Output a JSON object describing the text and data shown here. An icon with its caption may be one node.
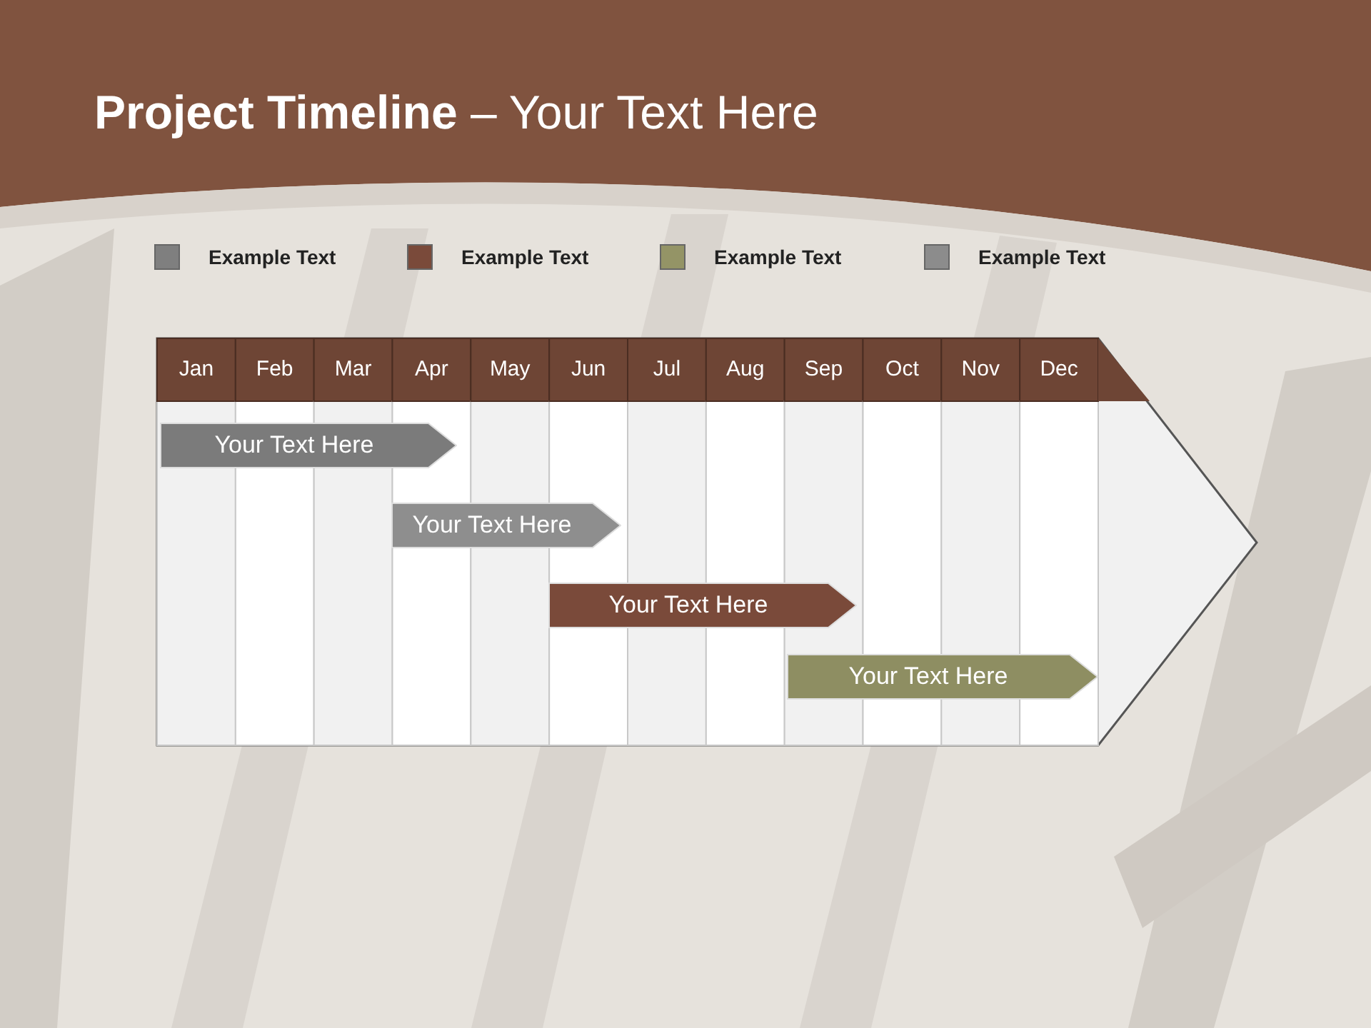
{
  "diagram": {
    "title": "**Project Timeline** – Your Text Here",
    "nodes": [
      {
        "text": [
          "Your Text Here"
        ]
      },
      {
        "text": [
          "Your Text Here"
        ]
      },
      {
        "text": [
          "Your Text Here"
        ]
      },
      {
        "text": [
          "Your Text Here"
        ]
      }
    ],
    "labels": [
      "Jan",
      "Feb",
      "Mar",
      "Apr",
      "May",
      "Jun",
      "Jul",
      "Aug",
      "Sep",
      "Oct",
      "Nov",
      "Dec"
    ],
    "legend": [
      {
        "text": "Example Text",
        "color": "#7f7f7f"
      },
      {
        "text": "Example Text",
        "color": "#7a4a3a"
      },
      {
        "text": "Example Text",
        "color": "#949466"
      },
      {
        "text": "Example Text",
        "color": "#8c8c8c"
      }
    ]
  }
}
